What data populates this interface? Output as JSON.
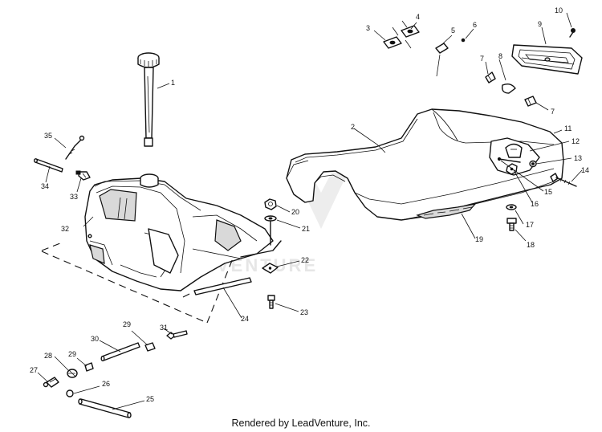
{
  "diagram": {
    "watermark": "VENTURE",
    "callouts": [
      "1",
      "2",
      "3",
      "4",
      "5",
      "6",
      "7",
      "7",
      "8",
      "9",
      "10",
      "11",
      "12",
      "13",
      "14",
      "15",
      "16",
      "17",
      "18",
      "19",
      "20",
      "21",
      "22",
      "23",
      "24",
      "25",
      "26",
      "27",
      "28",
      "29",
      "29",
      "30",
      "31",
      "32",
      "33",
      "34",
      "35"
    ]
  },
  "footer": {
    "text": "Rendered by LeadVenture, Inc."
  }
}
